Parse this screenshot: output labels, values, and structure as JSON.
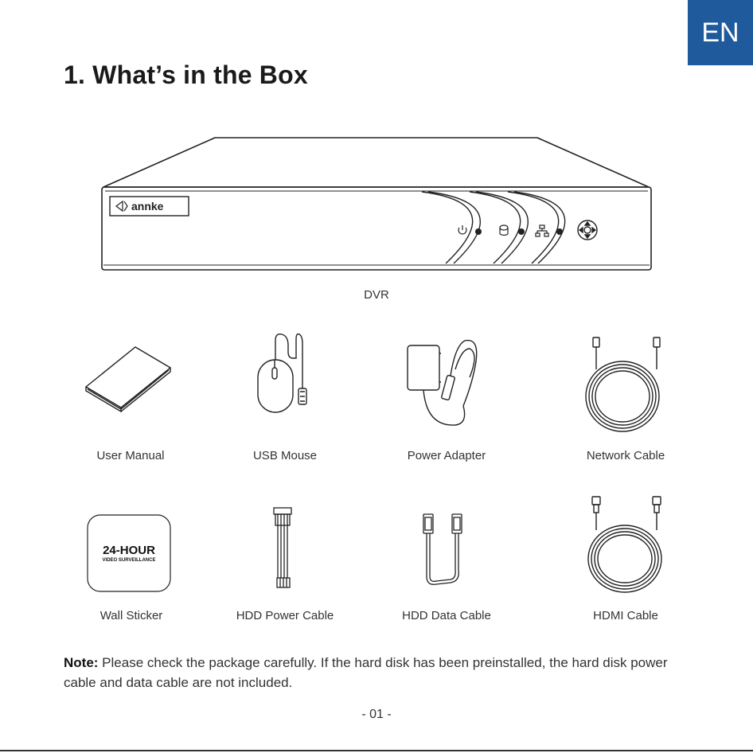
{
  "lang_tab": "EN",
  "title": "1. What’s in the Box",
  "dvr": {
    "label": "DVR",
    "brand": "annke"
  },
  "items": [
    {
      "label": "User Manual"
    },
    {
      "label": "USB Mouse"
    },
    {
      "label": "Power Adapter"
    },
    {
      "label": "Network Cable"
    },
    {
      "label": "Wall Sticker",
      "sticker_line1": "24-HOUR",
      "sticker_line2": "VIDEO SURVEILLANCE"
    },
    {
      "label": "HDD Power Cable"
    },
    {
      "label": "HDD Data Cable"
    },
    {
      "label": "HDMI Cable"
    }
  ],
  "note": {
    "label": "Note:",
    "text": " Please check the package carefully. If the hard disk has been preinstalled, the hard disk power cable and data cable are not included."
  },
  "page_number": "- 01 -"
}
